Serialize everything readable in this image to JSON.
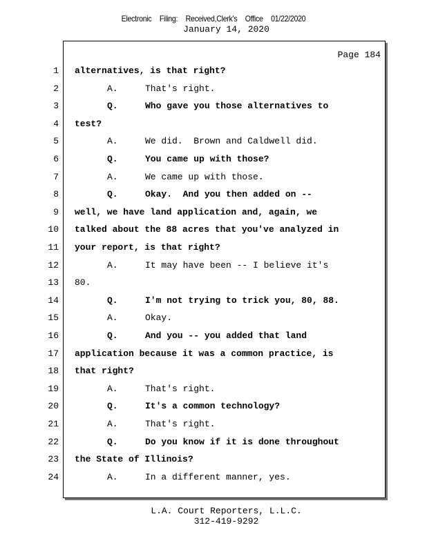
{
  "header": {
    "stamp": "Electronic Filing: Received,Clerk's Office 01/22/2020",
    "date": "January 14, 2020"
  },
  "page_label": "Page 184",
  "lines": [
    {
      "n": "1",
      "spk": "",
      "text": "alternatives, is that right?",
      "bold": true
    },
    {
      "n": "2",
      "spk": "A.",
      "text": "That's right.",
      "bold": false
    },
    {
      "n": "3",
      "spk": "Q.",
      "text": "Who gave you those alternatives to",
      "bold": true
    },
    {
      "n": "4",
      "spk": "",
      "text": "test?",
      "bold": true
    },
    {
      "n": "5",
      "spk": "A.",
      "text": "We did.  Brown and Caldwell did.",
      "bold": false
    },
    {
      "n": "6",
      "spk": "Q.",
      "text": "You came up with those?",
      "bold": true
    },
    {
      "n": "7",
      "spk": "A.",
      "text": "We came up with those.",
      "bold": false
    },
    {
      "n": "8",
      "spk": "Q.",
      "text": "Okay.  And you then added on --",
      "bold": true
    },
    {
      "n": "9",
      "spk": "",
      "text": "well, we have land application and, again, we",
      "bold": true
    },
    {
      "n": "10",
      "spk": "",
      "text": "talked about the 88 acres that you've analyzed in",
      "bold": true
    },
    {
      "n": "11",
      "spk": "",
      "text": "your report, is that right?",
      "bold": true
    },
    {
      "n": "12",
      "spk": "A.",
      "text": "It may have been -- I believe it's",
      "bold": false
    },
    {
      "n": "13",
      "spk": "",
      "text": "80.",
      "bold": false
    },
    {
      "n": "14",
      "spk": "Q.",
      "text": "I'm not trying to trick you, 80, 88.",
      "bold": true
    },
    {
      "n": "15",
      "spk": "A.",
      "text": "Okay.",
      "bold": false
    },
    {
      "n": "16",
      "spk": "Q.",
      "text": "And you -- you added that land",
      "bold": true
    },
    {
      "n": "17",
      "spk": "",
      "text": "application because it was a common practice, is",
      "bold": true
    },
    {
      "n": "18",
      "spk": "",
      "text": "that right?",
      "bold": true
    },
    {
      "n": "19",
      "spk": "A.",
      "text": "That's right.",
      "bold": false
    },
    {
      "n": "20",
      "spk": "Q.",
      "text": "It's a common technology?",
      "bold": true
    },
    {
      "n": "21",
      "spk": "A.",
      "text": "That's right.",
      "bold": false
    },
    {
      "n": "22",
      "spk": "Q.",
      "text": "Do you know if it is done throughout",
      "bold": true
    },
    {
      "n": "23",
      "spk": "",
      "text": "the State of Illinois?",
      "bold": true
    },
    {
      "n": "24",
      "spk": "A.",
      "text": "In a different manner, yes.",
      "bold": false
    }
  ],
  "footer": {
    "company": "L.A. Court Reporters, L.L.C.",
    "phone": "312-419-9292"
  }
}
